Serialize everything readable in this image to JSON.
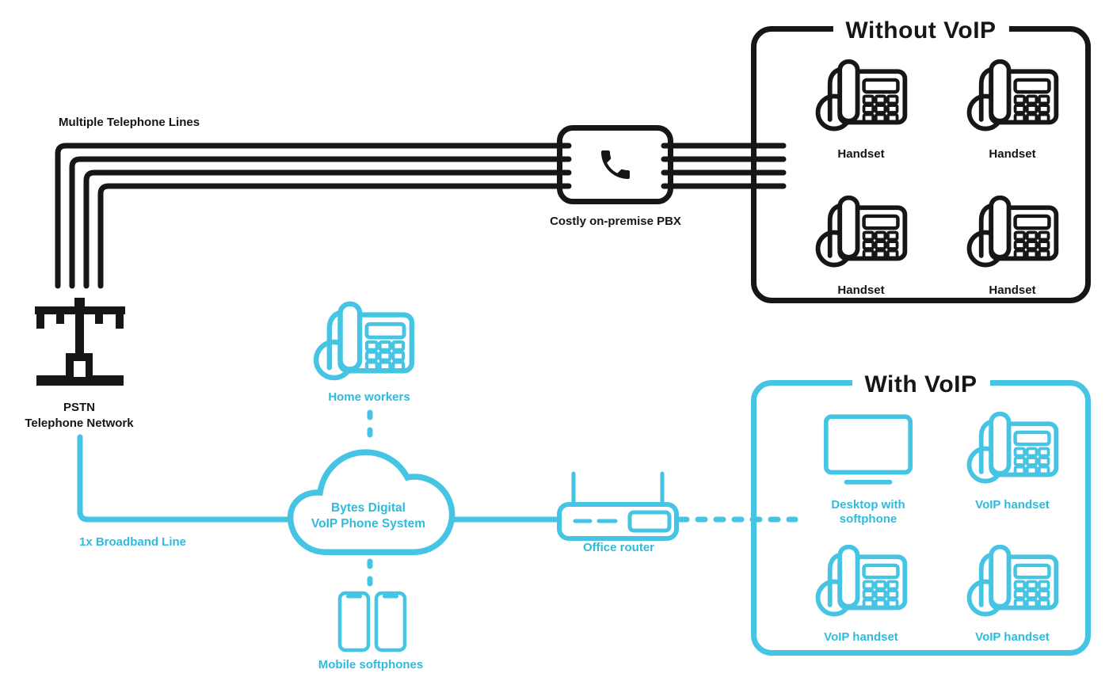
{
  "colors": {
    "line_black": "#161616",
    "teal_stroke": "#45C4E3",
    "teal_text": "#2EBBDC"
  },
  "icons": {
    "pbx": "phone-receiver-icon",
    "pstn": "telephone-pole-icon",
    "cloud": "cloud-icon",
    "router": "wifi-router-icon",
    "desk_phone": "desk-phone-icon",
    "monitor": "desktop-monitor-icon",
    "mobile": "smartphone-icon"
  },
  "labels": {
    "multiple_telephone_lines": "Multiple Telephone Lines",
    "costly_pbx": "Costly on-premise PBX",
    "pstn_line1": "PSTN",
    "pstn_line2": "Telephone Network",
    "broadband": "1x Broadband Line",
    "home_workers": "Home workers",
    "cloud_line1": "Bytes Digital",
    "cloud_line2": "VoIP Phone System",
    "office_router": "Office router",
    "mobile_softphones": "Mobile softphones"
  },
  "without_voip": {
    "title": "Without VoIP",
    "items": [
      "Handset",
      "Handset",
      "Handset",
      "Handset"
    ]
  },
  "with_voip": {
    "title": "With VoIP",
    "items": [
      "Desktop with softphone",
      "VoIP handset",
      "VoIP handset",
      "VoIP handset"
    ]
  }
}
